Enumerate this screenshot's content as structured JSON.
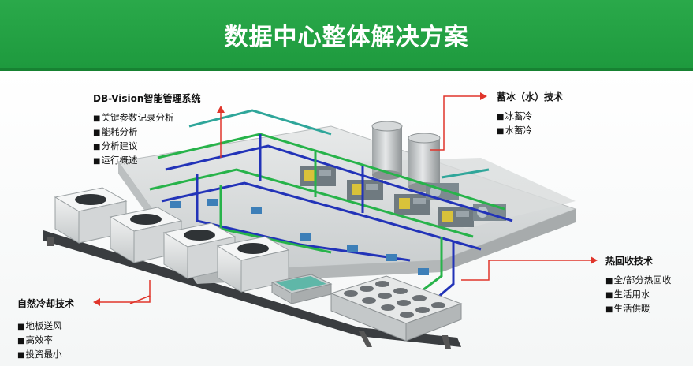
{
  "title": "数据中心整体解决方案",
  "colors": {
    "header": "#22a244",
    "callout_line": "#e0352b",
    "pipe_green": "#27b34a",
    "pipe_blue": "#2233b8",
    "pipe_teal": "#2fa69a"
  },
  "callouts": {
    "dbvision": {
      "heading": "DB-Vision智能管理系统",
      "items": [
        "关键参数记录分析",
        "能耗分析",
        "分析建议",
        "运行概述"
      ]
    },
    "ice": {
      "heading": "蓄冰（水）技术",
      "items": [
        "冰蓄冷",
        "水蓄冷"
      ]
    },
    "heat": {
      "heading": "热回收技术",
      "items": [
        "全/部分热回收",
        "生活用水",
        "生活供暖"
      ]
    },
    "natural": {
      "heading": "自然冷却技术",
      "items": [
        "地板送风",
        "高效率",
        "投资最小"
      ]
    }
  }
}
